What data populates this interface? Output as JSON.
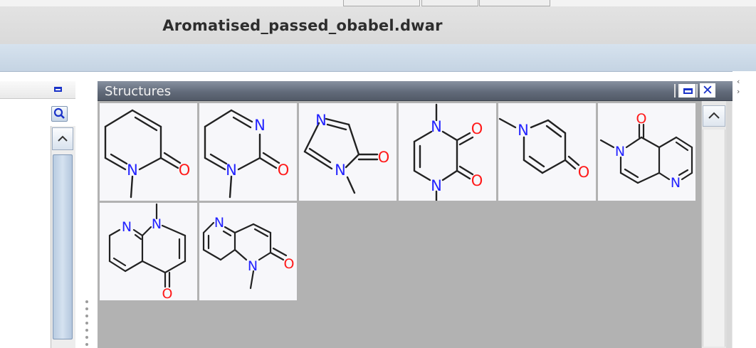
{
  "window": {
    "title": "Aromatised_passed_obabel.dwar"
  },
  "structures_panel": {
    "title": "Structures",
    "atom_labels": {
      "nitrogen": "N",
      "oxygen": "O"
    }
  },
  "colors": {
    "panel_header": "#5f6877",
    "grid_background": "#b2b2b2",
    "cell_background": "#f7f7fa",
    "bond": "#222222",
    "nitrogen": "#2323ff",
    "oxygen": "#ff1a1a",
    "button_icon": "#1a33c8"
  },
  "icons": {
    "panel_maximize": "maximize-icon",
    "panel_close": "close-icon",
    "search": "search-icon",
    "scroll_up": "chevron-up-icon"
  }
}
